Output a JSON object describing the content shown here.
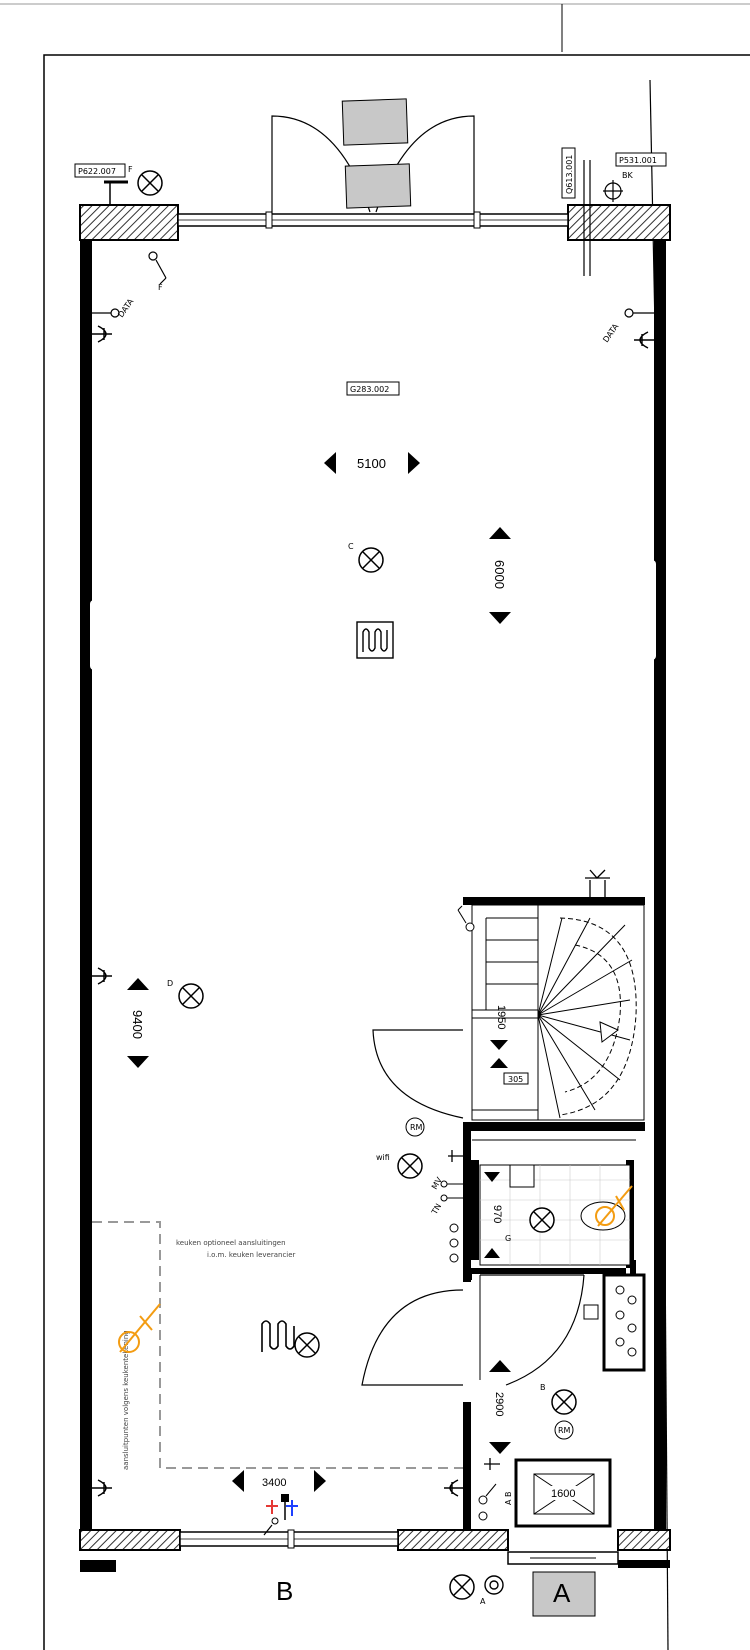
{
  "codes": {
    "top_left": "P622.007",
    "top_right": "P531.001",
    "top_right_vertical": "Q613.001",
    "center": "G283.002",
    "stairs": "305"
  },
  "dimensions": {
    "room_width": "5100",
    "room_depth": "6000",
    "lower_depth": "9400",
    "kitchen_width": "3400",
    "stair_depth": "1950",
    "toilet_depth": "970",
    "hall_depth": "2900",
    "closet_width": "1600"
  },
  "labels": {
    "data_left": "DATA",
    "data_right": "DATA",
    "wifi": "wifi",
    "f_top": "F",
    "f_switch": "F",
    "bk": "BK",
    "c": "C",
    "d": "D",
    "b_light": "B",
    "g": "G",
    "a_bottom": "A",
    "mv": "MV",
    "tn": "TN",
    "ab_switch": "A B",
    "rm": "RM"
  },
  "notes": {
    "kitchen_line1": "keuken optioneel aansluitingen",
    "kitchen_line2": "i.o.m. keuken leverancier",
    "kitchen_vertical": "aansluitpunten volgens keukentekening"
  },
  "facade_labels": {
    "b": "B",
    "a": "A"
  },
  "colors": {
    "wall": "#000000",
    "hatch": "#555555",
    "grey_fill": "#c8c8c8",
    "accent_orange": "#f39c12",
    "red": "#e53935",
    "blue": "#1e40ff",
    "dashed": "#999999"
  }
}
